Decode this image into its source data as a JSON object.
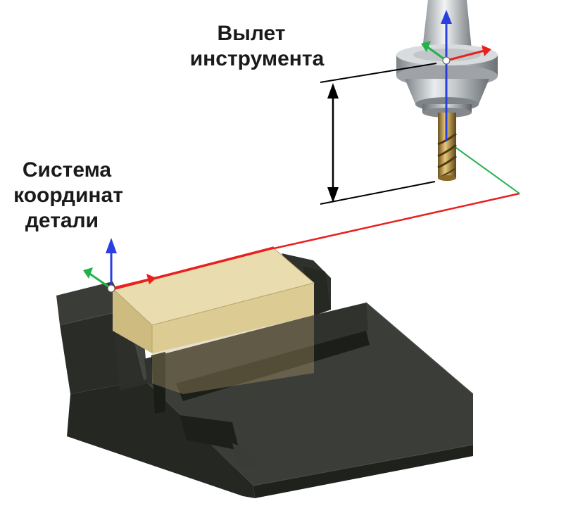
{
  "labels": {
    "tool_overhang_line1": "Вылет",
    "tool_overhang_line2": "инструмента",
    "part_cs_line1": "Система",
    "part_cs_line2": "координат",
    "part_cs_line3": "детали"
  },
  "colors": {
    "axis_x": "#e8201e",
    "axis_y": "#22b24c",
    "axis_z": "#2a3fe0",
    "workpiece": "#e6d7a6",
    "vise": "#2c2e2a",
    "holder": "#b8bcc0",
    "tool": "#b08a3c",
    "dimension": "#000000"
  },
  "icons": {
    "tool_axes": "xyz-triad-icon",
    "part_axes": "xyz-triad-icon",
    "dimension": "double-arrow-icon"
  }
}
